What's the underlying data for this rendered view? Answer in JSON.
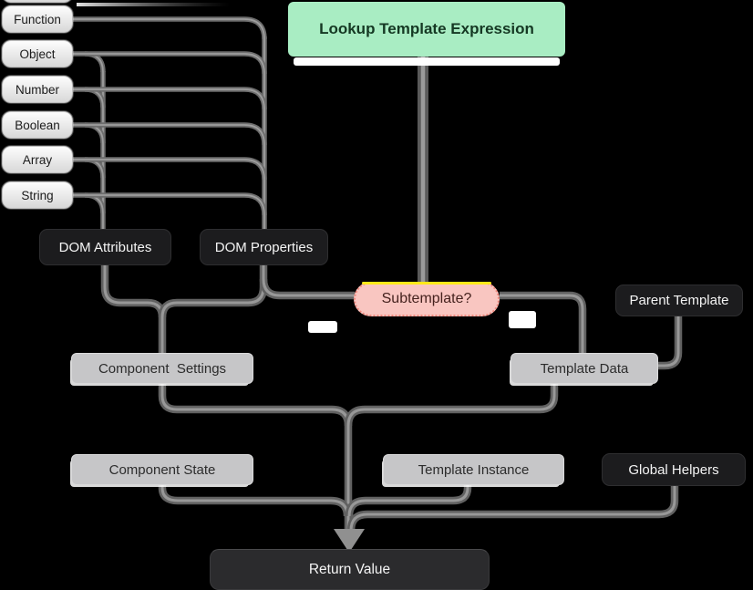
{
  "diagram_title": "Lookup Template Expression",
  "type_boxes": [
    "Function",
    "Object",
    "Number",
    "Boolean",
    "Array",
    "String"
  ],
  "nodes": {
    "lookup_template_expression": "Lookup Template Expression",
    "dom_attributes": "DOM Attributes",
    "dom_properties": "DOM Properties",
    "subtemplate": "Subtemplate?",
    "parent_template": "Parent Template",
    "component_settings": "Component  Settings",
    "template_data": "Template Data",
    "component_state": "Component State",
    "template_instance": "Template Instance",
    "global_helpers": "Global Helpers",
    "return_value": "Return Value"
  },
  "colors": {
    "background": "#000000",
    "node_green": "#a9edc3",
    "node_green_text": "#153823",
    "node_pink": "#f9c6c1",
    "node_pink_border": "#f0897e",
    "accent_yellow": "#ffe81a",
    "node_dark": "#1c1c1e",
    "node_gray": "#c6c6c8",
    "node_return": "#2b2b2d",
    "connector_gray": "#6e6e6e"
  }
}
